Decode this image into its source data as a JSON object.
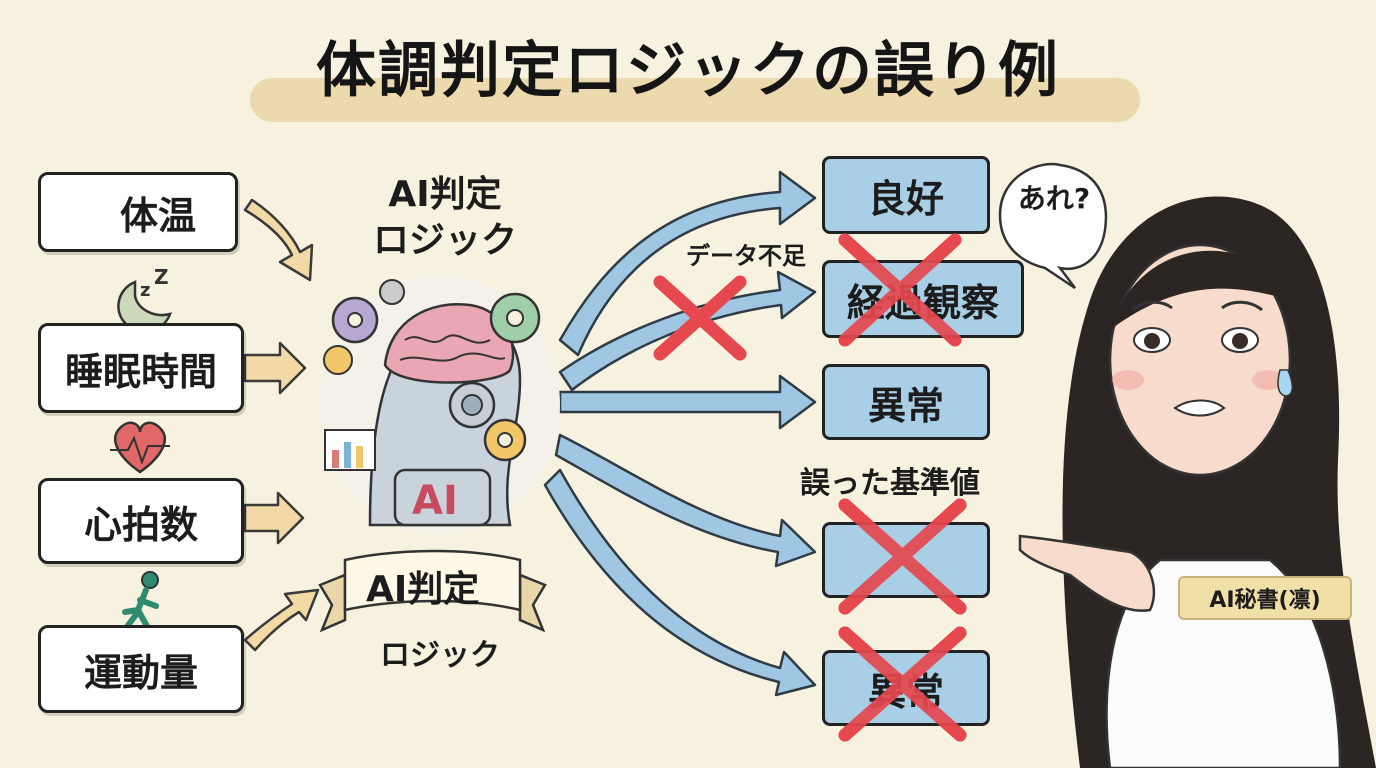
{
  "title": "体調判定ロジックの誤り例",
  "inputs": {
    "temperature": "体温",
    "sleep": "睡眠時間",
    "heart_rate": "心拍数",
    "activity": "運動量"
  },
  "center": {
    "label_line1": "AI判定",
    "label_line2": "ロジック",
    "ai_badge": "AI",
    "ribbon_line1": "AI判定",
    "ribbon_line2": "ロジック"
  },
  "outputs": {
    "good": "良好",
    "watch": "経過観察",
    "abnormal": "異常",
    "hidden": "",
    "abnormal2": "異常"
  },
  "annotations": {
    "data_shortage": "データ不足",
    "wrong_baseline": "誤った基準値"
  },
  "character": {
    "speech": "あれ?",
    "name_tag": "AI秘書(凛)"
  },
  "colors": {
    "background": "#f7f1df",
    "output_box": "#a9cfe7",
    "arrow_input": "#f3d9a6",
    "arrow_output": "#9fc7e4",
    "cross": "#e5484d",
    "title_highlight": "#ead7a9"
  }
}
